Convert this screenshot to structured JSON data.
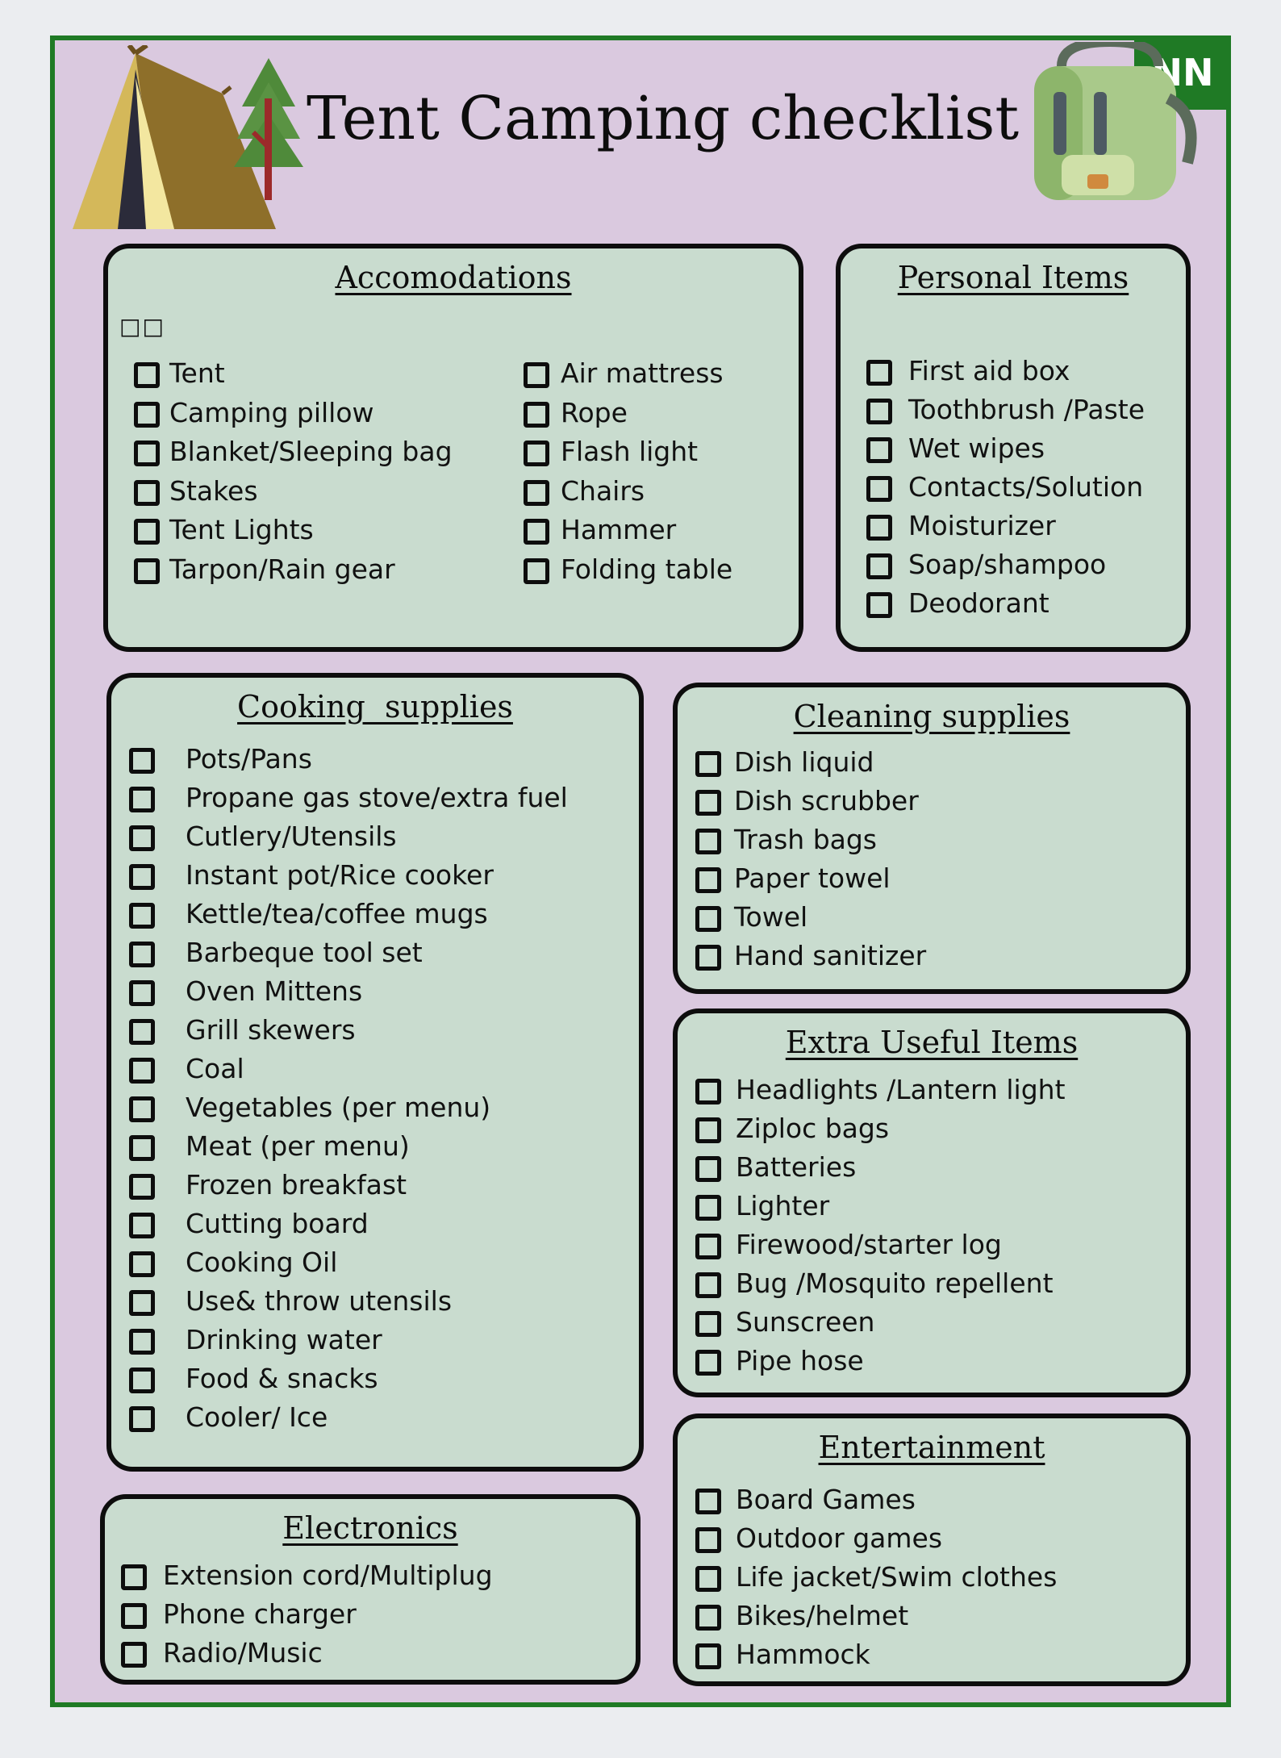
{
  "header": {
    "title": "Tent Camping checklist",
    "badge": "NN",
    "badge_color": "#1f7a25",
    "background": "#dac9df",
    "panel_color": "#c9dccf",
    "illustrations": [
      "tent-icon",
      "pine-tree-icon",
      "backpack-icon"
    ]
  },
  "accomodations": {
    "title": "Accomodations",
    "stray_marks": "□□",
    "col1": [
      "Tent",
      "Camping pillow",
      "Blanket/Sleeping bag",
      "Stakes",
      "Tent Lights",
      "Tarpon/Rain gear"
    ],
    "col2": [
      "Air mattress",
      "Rope",
      "Flash light",
      "Chairs",
      "Hammer",
      "Folding table"
    ]
  },
  "personal": {
    "title": "Personal Items",
    "items": [
      "First aid box",
      "Toothbrush /Paste",
      "Wet wipes",
      "Contacts/Solution",
      "Moisturizer",
      "Soap/shampoo",
      "Deodorant"
    ]
  },
  "cooking": {
    "title": "Cooking  supplies",
    "items": [
      "Pots/Pans",
      "Propane gas stove/extra fuel",
      "Cutlery/Utensils",
      "Instant pot/Rice cooker",
      "Kettle/tea/coffee mugs",
      "Barbeque tool set",
      "Oven Mittens",
      "Grill  skewers",
      "Coal",
      "Vegetables (per menu)",
      "Meat (per menu)",
      "Frozen breakfast",
      "Cutting board",
      "Cooking Oil",
      "Use& throw utensils",
      "Drinking water",
      "Food & snacks",
      "Cooler/ Ice"
    ]
  },
  "cleaning": {
    "title": "Cleaning supplies",
    "items": [
      "Dish liquid",
      "Dish scrubber",
      "Trash bags",
      "Paper towel",
      "Towel",
      "Hand sanitizer"
    ]
  },
  "extra": {
    "title": "Extra Useful Items",
    "items": [
      "Headlights /Lantern light",
      "Ziploc bags",
      "Batteries",
      "Lighter",
      "Firewood/starter log",
      "Bug /Mosquito repellent",
      "Sunscreen",
      "Pipe hose"
    ]
  },
  "electronics": {
    "title": "Electronics",
    "items": [
      "Extension cord/Multiplug",
      "Phone charger",
      "Radio/Music"
    ]
  },
  "entertainment": {
    "title": "Entertainment",
    "items": [
      "Board Games",
      "Outdoor games",
      "Life jacket/Swim clothes",
      "Bikes/helmet",
      "Hammock"
    ]
  }
}
